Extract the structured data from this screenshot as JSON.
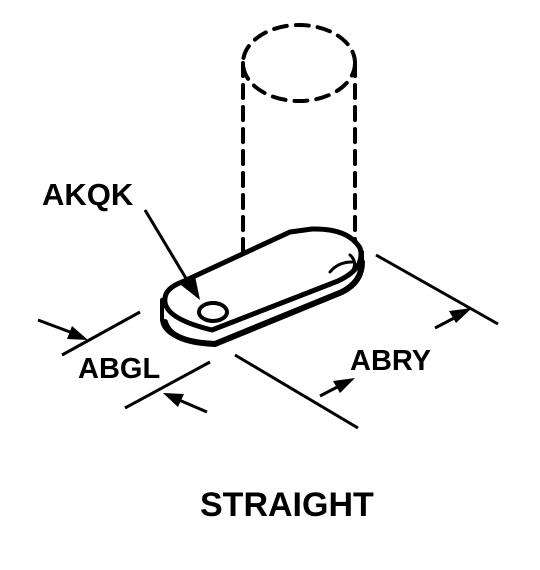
{
  "labels": {
    "hole_callout": "AKQK",
    "thickness_dim": "ABGL",
    "length_dim": "ABRY",
    "caption": "STRAIGHT"
  },
  "colors": {
    "ink": "#000000",
    "paper": "#ffffff"
  }
}
